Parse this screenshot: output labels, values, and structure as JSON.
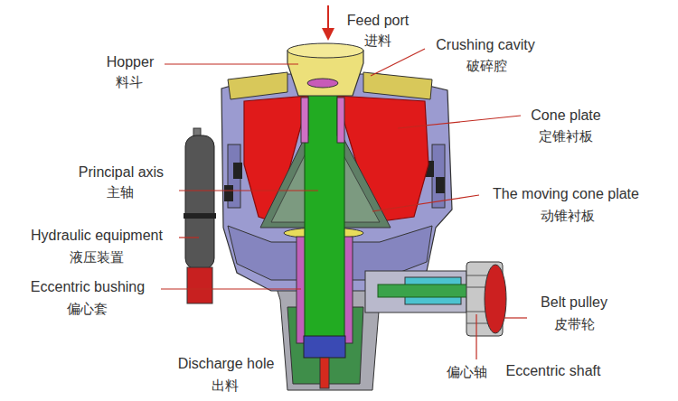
{
  "diagram": {
    "labels": [
      "Feed port",
      "进料",
      "Crushing cavity",
      "破碎腔",
      "Hopper",
      "料斗",
      "Cone plate",
      "定锥衬板",
      "Principal axis",
      "主轴",
      "The moving cone plate",
      "动锥衬板",
      "Hydraulic equipment",
      "液压装置",
      "Eccentric bushing",
      "偏心套",
      "Belt pulley",
      "皮带轮",
      "Discharge hole",
      "出料",
      "偏心轴",
      "Eccentric shaft"
    ]
  }
}
